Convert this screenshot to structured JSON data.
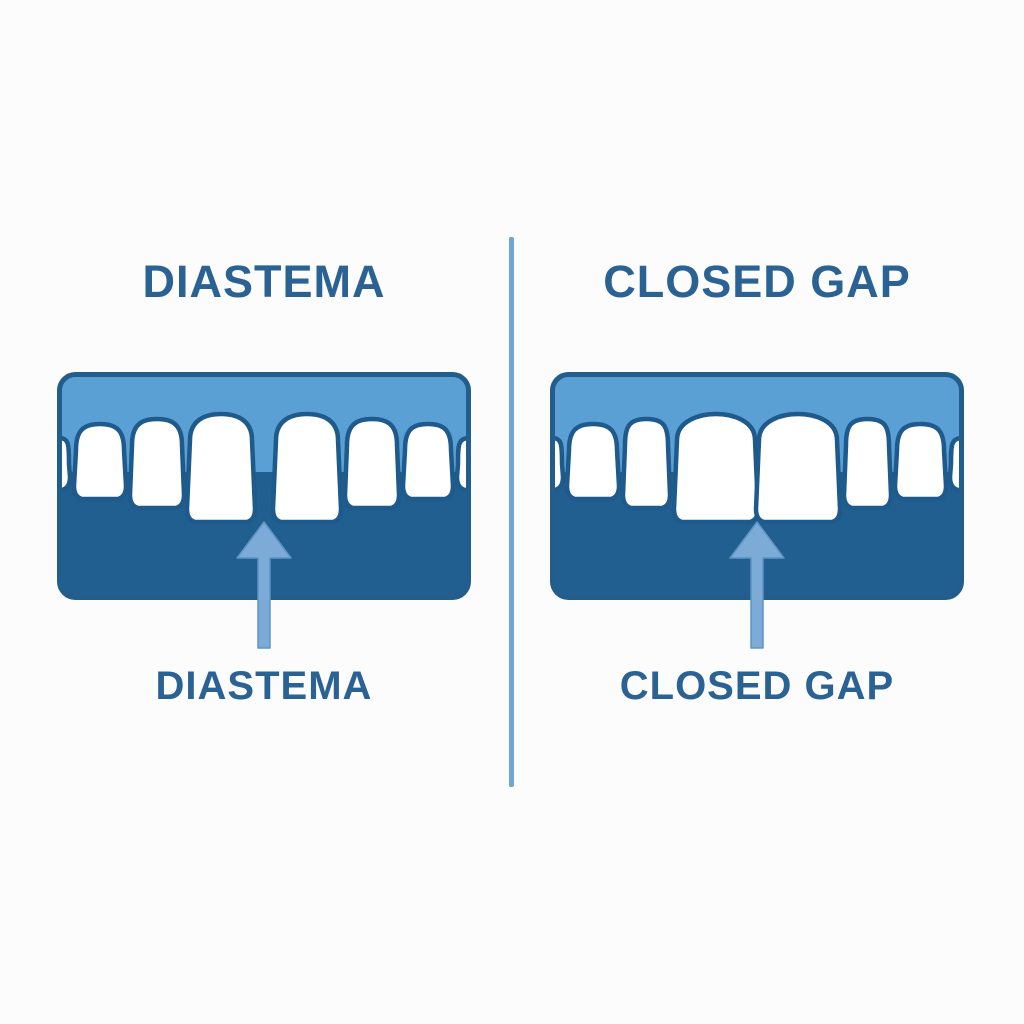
{
  "palette": {
    "title_text": "#2b6294",
    "divider": "#6fa6d2",
    "panel_border": "#235d8c",
    "gum_light_blue": "#5aa0d4",
    "mouth_dark_blue": "#205f8f",
    "tooth_fill": "#ffffff",
    "tooth_outline": "#1e5a8c",
    "arrow_blue": "#7cabd7",
    "page_bg": "#fcfcfc"
  },
  "figure": {
    "left": {
      "title": "DIASTEMA",
      "caption": "DIASTEMA",
      "illustration": "upper-front-teeth-with-gap-between-central-incisors",
      "teeth_visible": 8,
      "has_gap": true
    },
    "right": {
      "title": "CLOSED GAP",
      "caption": "CLOSED GAP",
      "illustration": "upper-front-teeth-with-closed-gap",
      "teeth_visible": 8,
      "has_gap": false
    }
  }
}
